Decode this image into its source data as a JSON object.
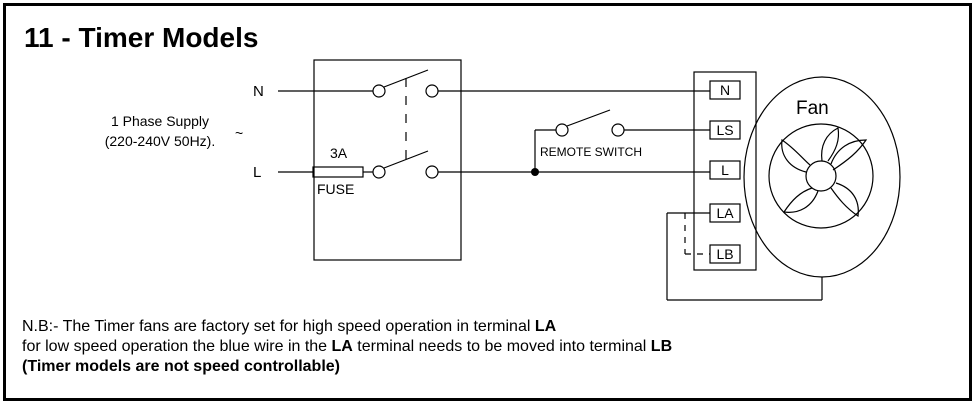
{
  "title": "11 - Timer Models",
  "supply": {
    "line1": "1 Phase Supply",
    "line2": "(220-240V 50Hz).",
    "tilde": "~",
    "n_label": "N",
    "l_label": "L"
  },
  "fuse": {
    "rating": "3A",
    "label": "FUSE"
  },
  "remote_switch": {
    "label": "REMOTE SWITCH"
  },
  "terminals": [
    "N",
    "LS",
    "L",
    "LA",
    "LB"
  ],
  "fan": {
    "label": "Fan"
  },
  "note": {
    "line1_text": "N.B:- The Timer fans are factory set for high speed operation in terminal ",
    "line1_bold": "LA",
    "line2_text_a": "for low speed operation the blue wire in the ",
    "line2_bold_a": "LA",
    "line2_text_b": " terminal needs to be moved into terminal ",
    "line2_bold_b": "LB",
    "line3_bold": "(Timer models are not speed controllable)"
  }
}
